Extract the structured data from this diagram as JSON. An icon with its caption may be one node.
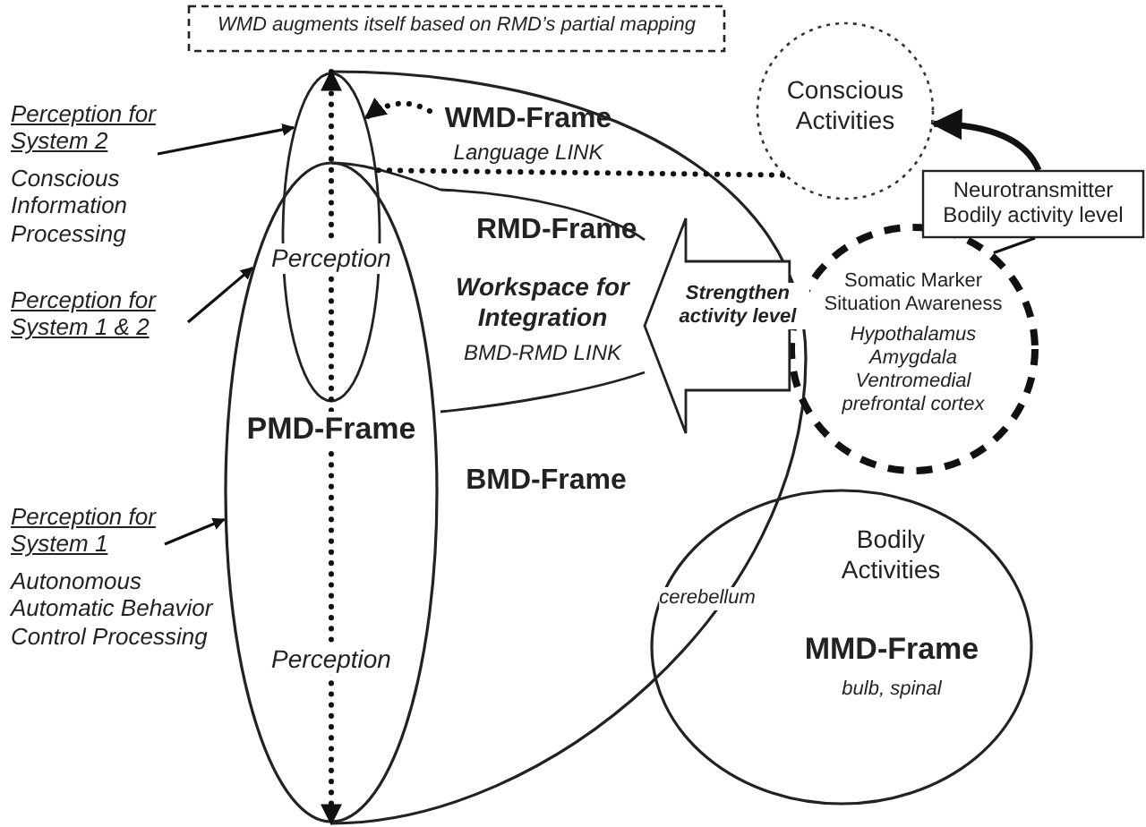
{
  "diagram": {
    "nodes": [
      {
        "text": [
          "WMD augments itself based on RMD’s partial mapping"
        ]
      },
      {
        "text": [
          "Conscious Activities"
        ]
      },
      {
        "text": [
          "BMD-Frame"
        ]
      },
      {
        "text": [
          "WMD-Frame",
          "Language LINK"
        ],
        "in": 2
      },
      {
        "text": [
          "RMD-Frame",
          "Workspace for Integration",
          "BMD-RMD LINK"
        ],
        "in": 2
      },
      {
        "text": [
          "Perception"
        ]
      },
      {
        "text": [
          "PMD-Frame",
          "Perception"
        ]
      },
      {
        "text": [
          "Somatic Marker Situation Awareness",
          "Hypothalamus Amygdala Ventromedial prefrontal cortex"
        ]
      },
      {
        "text": [
          "Neurotransmitter Bodily activity level"
        ]
      },
      {
        "text": [
          "Bodily Activities",
          "MMD-Frame",
          "bulb, spinal"
        ]
      },
      {
        "text": [
          "Perception for System 2",
          "Conscious Information Processing"
        ]
      },
      {
        "text": [
          "Perception for System 1 & 2"
        ]
      },
      {
        "text": [
          "Perception for System 1",
          "Autonomous Automatic Behavior Control Processing"
        ]
      }
    ],
    "edges": [
      {
        "from": 10,
        "to": 5,
        "arrow": "to"
      },
      {
        "from": 11,
        "to": 6,
        "arrow": "to"
      },
      {
        "from": 12,
        "to": 6,
        "arrow": "to"
      },
      {
        "from": 7,
        "to": 8,
        "arrow": "none"
      },
      {
        "from": 8,
        "to": 1,
        "arrow": "to",
        "style": "thick"
      },
      {
        "from": 3,
        "to": 5,
        "arrow": "to",
        "style": "dashed"
      },
      {
        "from": 1,
        "to": 5,
        "arrow": "none",
        "style": "dashed"
      },
      {
        "from": 5,
        "to": 6,
        "arrow": "both",
        "style": "dashed"
      },
      {
        "from": 7,
        "to": 4,
        "arrow": "to",
        "label": "Strengthen activity level"
      }
    ],
    "labels": [
      "cerebellum"
    ]
  }
}
